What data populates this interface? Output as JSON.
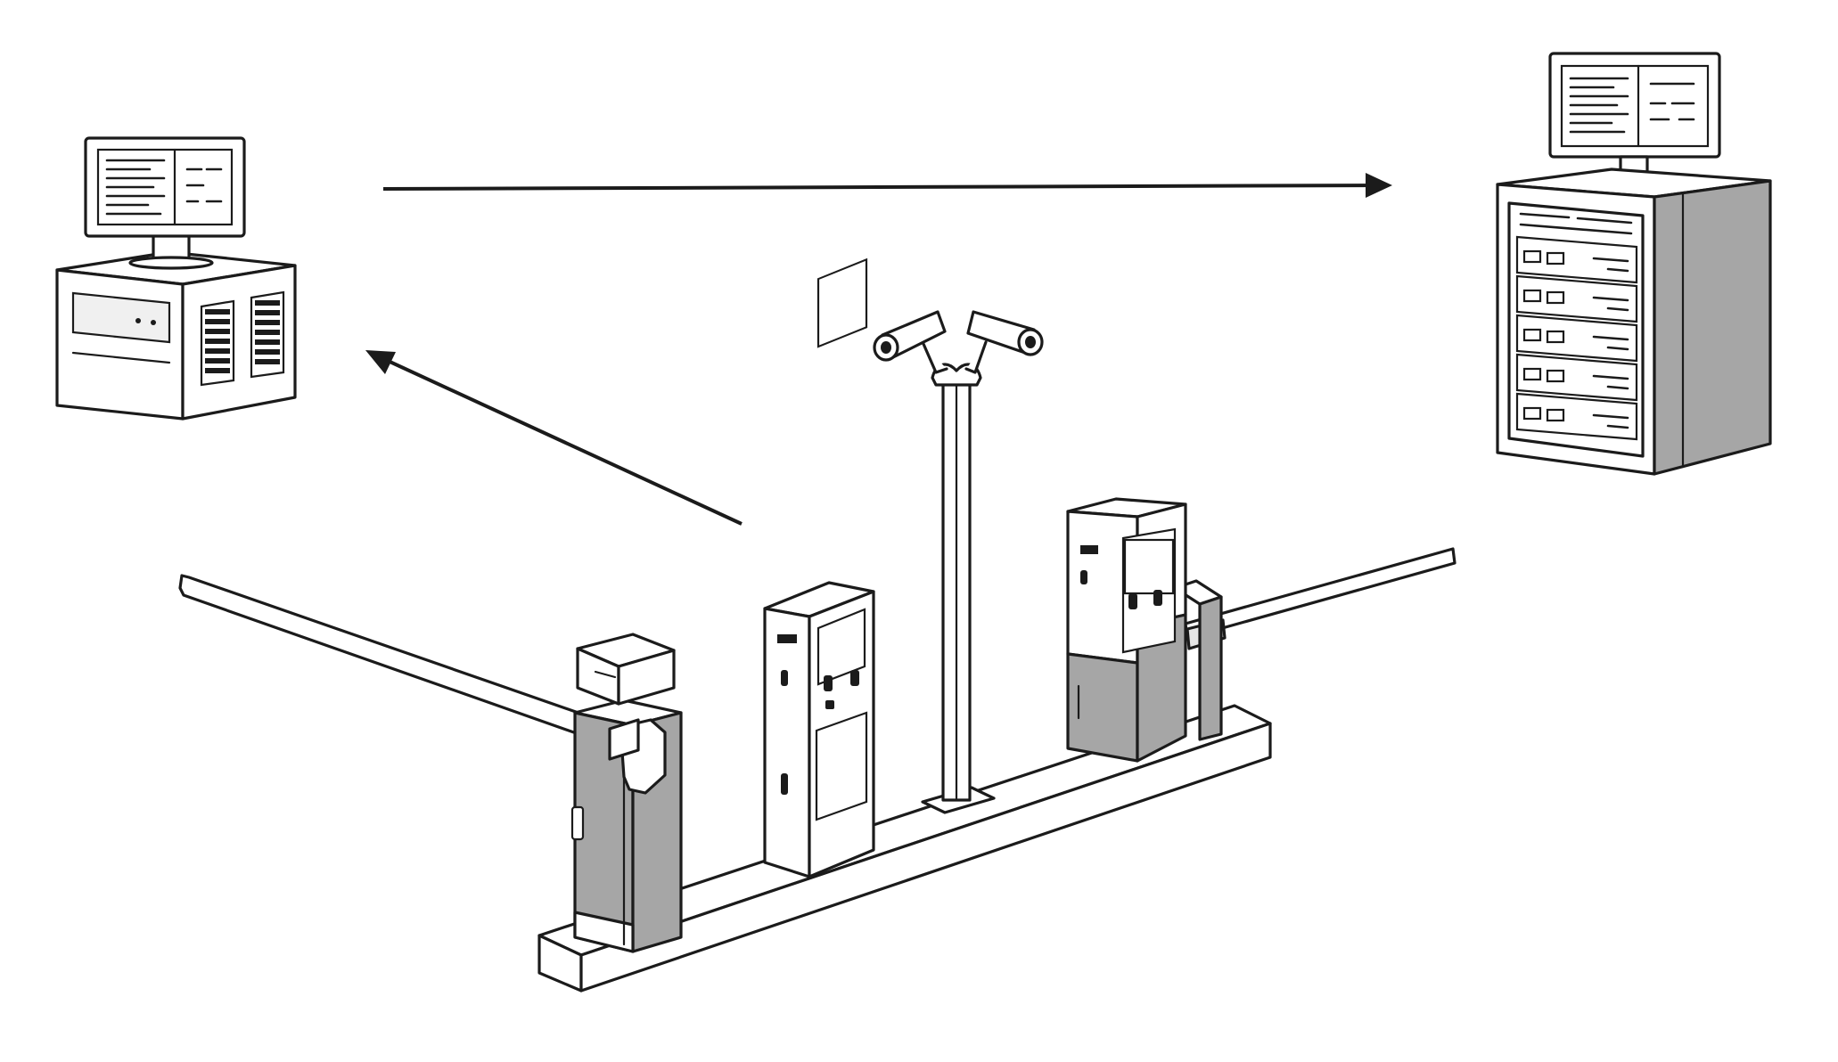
{
  "colors": {
    "line": "#1b1b1b",
    "fill_light": "#ffffff",
    "fill_mid": "#e6e6e6",
    "fill_dark": "#a6a6a6",
    "background": "#ffffff"
  },
  "components": [
    {
      "id": "workstation",
      "icon": "desktop-computer-icon"
    },
    {
      "id": "server-rack",
      "icon": "server-rack-with-monitor-icon"
    },
    {
      "id": "camera-pole",
      "icon": "dual-cctv-camera-icon"
    },
    {
      "id": "entry-barrier",
      "icon": "boom-barrier-gate-icon"
    },
    {
      "id": "exit-barrier",
      "icon": "boom-barrier-gate-icon"
    },
    {
      "id": "entry-kiosk",
      "icon": "ticket-kiosk-icon"
    },
    {
      "id": "exit-kiosk",
      "icon": "pay-station-kiosk-icon"
    },
    {
      "id": "lane-island",
      "icon": "traffic-island-icon"
    }
  ],
  "connections": [
    {
      "from": "workstation",
      "to": "server-rack",
      "direction": "right"
    },
    {
      "from": "parking-lane",
      "to": "workstation",
      "direction": "up-left"
    }
  ]
}
